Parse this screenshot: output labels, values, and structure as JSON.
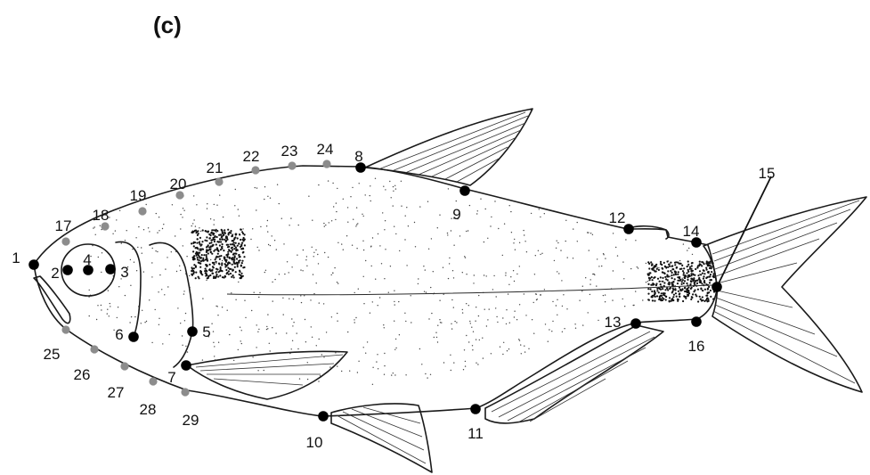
{
  "panel_label": "(c)",
  "landmark_colors": {
    "primary": "#000000",
    "secondary": "#8c8c8c"
  },
  "landmarks": [
    {
      "id": "1",
      "label": "1",
      "type": "primary"
    },
    {
      "id": "2",
      "label": "2",
      "type": "primary"
    },
    {
      "id": "3",
      "label": "3",
      "type": "primary"
    },
    {
      "id": "4",
      "label": "4",
      "type": "primary"
    },
    {
      "id": "5",
      "label": "5",
      "type": "primary"
    },
    {
      "id": "6",
      "label": "6",
      "type": "primary"
    },
    {
      "id": "7",
      "label": "7",
      "type": "primary"
    },
    {
      "id": "8",
      "label": "8",
      "type": "primary"
    },
    {
      "id": "9",
      "label": "9",
      "type": "primary"
    },
    {
      "id": "10",
      "label": "10",
      "type": "primary"
    },
    {
      "id": "11",
      "label": "11",
      "type": "primary"
    },
    {
      "id": "12",
      "label": "12",
      "type": "primary"
    },
    {
      "id": "13",
      "label": "13",
      "type": "primary"
    },
    {
      "id": "14",
      "label": "14",
      "type": "primary"
    },
    {
      "id": "15",
      "label": "15",
      "type": "primary"
    },
    {
      "id": "16",
      "label": "16",
      "type": "primary"
    },
    {
      "id": "17",
      "label": "17",
      "type": "secondary"
    },
    {
      "id": "18",
      "label": "18",
      "type": "secondary"
    },
    {
      "id": "19",
      "label": "19",
      "type": "secondary"
    },
    {
      "id": "20",
      "label": "20",
      "type": "secondary"
    },
    {
      "id": "21",
      "label": "21",
      "type": "secondary"
    },
    {
      "id": "22",
      "label": "22",
      "type": "secondary"
    },
    {
      "id": "23",
      "label": "23",
      "type": "secondary"
    },
    {
      "id": "24",
      "label": "24",
      "type": "secondary"
    },
    {
      "id": "25",
      "label": "25",
      "type": "secondary"
    },
    {
      "id": "26",
      "label": "26",
      "type": "secondary"
    },
    {
      "id": "27",
      "label": "27",
      "type": "secondary"
    },
    {
      "id": "28",
      "label": "28",
      "type": "secondary"
    },
    {
      "id": "29",
      "label": "29",
      "type": "secondary"
    }
  ]
}
